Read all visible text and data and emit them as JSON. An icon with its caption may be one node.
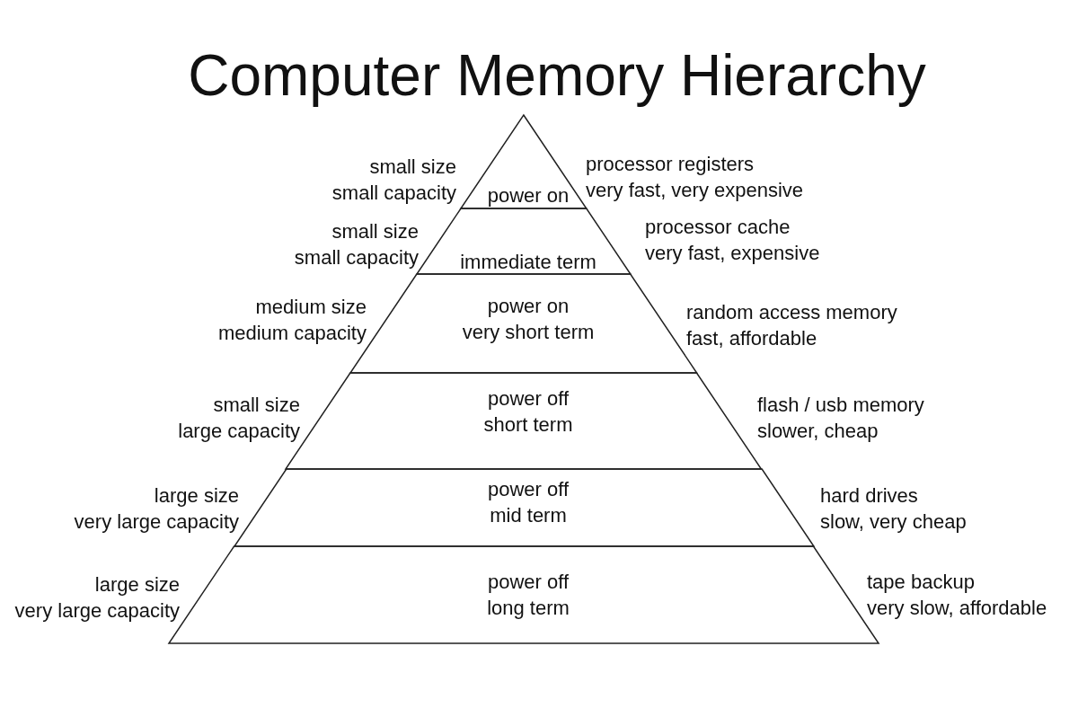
{
  "diagram": {
    "title": "Computer Memory Hierarchy",
    "nodes": [
      {
        "text": [
          "power on"
        ],
        "beside": [
          "small size",
          "small capacity",
          "processor registers",
          "very fast, very expensive"
        ]
      },
      {
        "text": [
          "immediate term"
        ],
        "beside": [
          "small size",
          "small capacity",
          "processor cache",
          "very fast, expensive"
        ]
      },
      {
        "text": [
          "power on",
          "very short term"
        ],
        "beside": [
          "medium size",
          "medium capacity",
          "random access memory",
          "fast, affordable"
        ]
      },
      {
        "text": [
          "power off",
          "short term"
        ],
        "beside": [
          "small size",
          "large capacity",
          "flash / usb memory",
          "slower, cheap"
        ]
      },
      {
        "text": [
          "power off",
          "mid term"
        ],
        "beside": [
          "large size",
          "very large capacity",
          "hard drives",
          "slow, very cheap"
        ]
      },
      {
        "text": [
          "power off",
          "long term"
        ],
        "beside": [
          "large size",
          "very large capacity",
          "tape backup",
          "very slow, affordable"
        ]
      }
    ]
  }
}
